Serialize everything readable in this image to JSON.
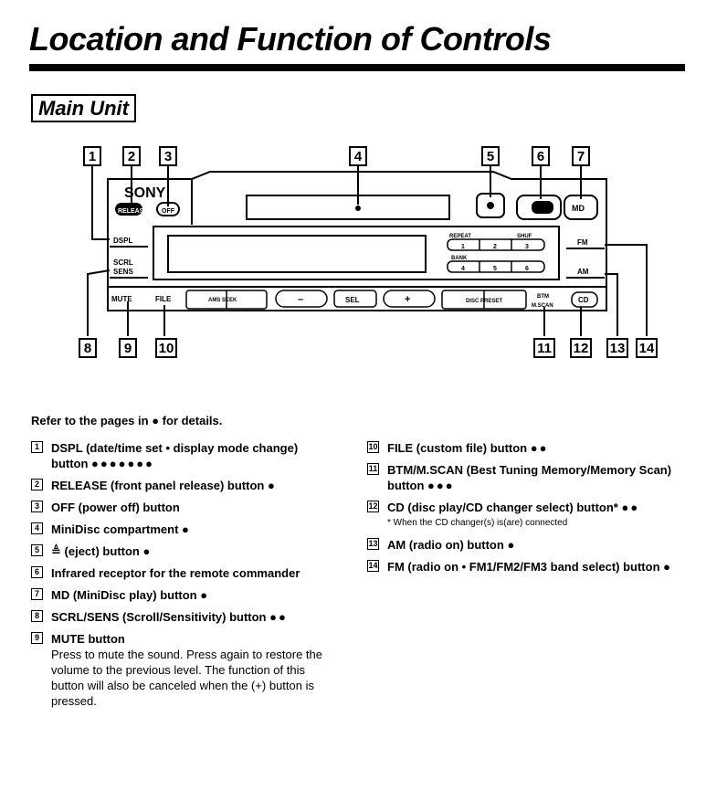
{
  "header": {
    "title": "Location and Function of Controls",
    "section": "Main Unit"
  },
  "unit": {
    "brand": "SONY",
    "button_labels": {
      "release": "RELEASE",
      "off": "OFF",
      "dspl": "DSPL",
      "scrl": "SCRL",
      "sens": "SENS",
      "mute": "MUTE",
      "file": "FILE",
      "ams_seek": "AMS SEEK",
      "minus": "–",
      "sel": "SEL",
      "plus": "+",
      "disc_preset": "DISC PRESET",
      "btm": "BTM",
      "mscan": "M.SCAN",
      "md": "MD",
      "cd": "CD",
      "fm": "FM",
      "am": "AM",
      "repeat": "REPEAT",
      "shuf": "SHUF",
      "bank": "BANK",
      "preset_nums": [
        "1",
        "2",
        "3",
        "4",
        "5",
        "6"
      ]
    }
  },
  "callouts": [
    "1",
    "2",
    "3",
    "4",
    "5",
    "6",
    "7",
    "8",
    "9",
    "10",
    "11",
    "12",
    "13",
    "14"
  ],
  "intro": "Refer to the pages in ● for details.",
  "items": [
    {
      "num": "1",
      "name": "DSPL",
      "desc": "(date/time set • display mode change) button",
      "pages": "●●●●●●●"
    },
    {
      "num": "2",
      "name": "RELEASE",
      "desc": "(front panel release) button",
      "pages": "●"
    },
    {
      "num": "3",
      "name": "OFF",
      "desc": "(power off) button",
      "pages": ""
    },
    {
      "num": "4",
      "name": "MiniDisc compartment",
      "desc": "",
      "pages": "●"
    },
    {
      "num": "5",
      "name": "≜",
      "desc": "(eject) button",
      "pages": "●"
    },
    {
      "num": "6",
      "name": "Infrared receptor",
      "desc": "for the remote commander",
      "pages": ""
    },
    {
      "num": "7",
      "name": "MD",
      "desc": "(MiniDisc play) button",
      "pages": "●"
    },
    {
      "num": "8",
      "name": "SCRL/SENS",
      "desc": "(Scroll/Sensitivity) button",
      "pages": "●●"
    },
    {
      "num": "9",
      "name": "MUTE button",
      "desc": "Press to mute the sound. Press again to restore the volume to the previous level. The function of this button will also be canceled when the (+) button is pressed.",
      "pages": ""
    },
    {
      "num": "10",
      "name": "FILE",
      "desc": "(custom file) button",
      "pages": "●●"
    },
    {
      "num": "11",
      "name": "BTM/M.SCAN",
      "desc": "(Best Tuning Memory/Memory Scan) button",
      "pages": "●●●"
    },
    {
      "num": "12",
      "name": "CD",
      "desc": "(disc play/CD changer select) button*",
      "pages": "●●",
      "note": "* When the CD changer(s) is(are) connected"
    },
    {
      "num": "13",
      "name": "AM",
      "desc": "(radio on) button",
      "pages": "●"
    },
    {
      "num": "14",
      "name": "FM",
      "desc": "(radio on • FM1/FM2/FM3 band select) button",
      "pages": "●"
    }
  ]
}
